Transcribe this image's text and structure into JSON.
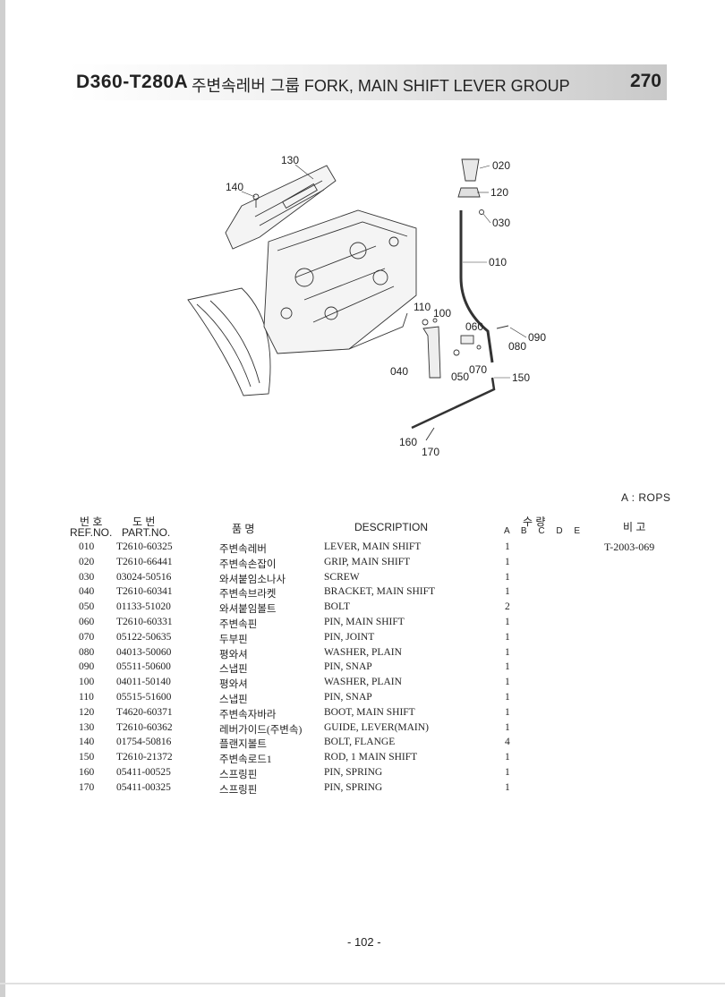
{
  "header": {
    "model": "D360-T280A",
    "title": "주변속레버 그룹 FORK, MAIN SHIFT LEVER GROUP",
    "group_no": "270"
  },
  "diagram": {
    "callouts": [
      "130",
      "140",
      "020",
      "120",
      "030",
      "010",
      "110",
      "100",
      "060",
      "090",
      "080",
      "040",
      "050",
      "070",
      "150",
      "160",
      "170"
    ]
  },
  "rops_note": "A : ROPS",
  "table_header": {
    "ref_kr": "번 호",
    "ref_en": "REF.NO.",
    "part_kr": "도 번",
    "part_en": "PART.NO.",
    "name_kr": "품 명",
    "desc": "DESCRIPTION",
    "qty_kr": "수 량",
    "qty_cols": "A B C D E",
    "remark_kr": "비 고"
  },
  "rows": [
    {
      "ref": "010",
      "part": "T2610-60325",
      "kr": "주변속레버",
      "desc": "LEVER, MAIN SHIFT",
      "qty": "1"
    },
    {
      "ref": "020",
      "part": "T2610-66441",
      "kr": "주변속손잡이",
      "desc": "GRIP, MAIN SHIFT",
      "qty": "1"
    },
    {
      "ref": "030",
      "part": "03024-50516",
      "kr": "와셔붙임소나사",
      "desc": "SCREW",
      "qty": "1"
    },
    {
      "ref": "040",
      "part": "T2610-60341",
      "kr": "주변속브라켓",
      "desc": "BRACKET, MAIN SHIFT",
      "qty": "1"
    },
    {
      "ref": "050",
      "part": "01133-51020",
      "kr": "와셔붙임볼트",
      "desc": "BOLT",
      "qty": "2"
    },
    {
      "ref": "060",
      "part": "T2610-60331",
      "kr": "주변속핀",
      "desc": "PIN, MAIN SHIFT",
      "qty": "1"
    },
    {
      "ref": "070",
      "part": "05122-50635",
      "kr": "두부핀",
      "desc": "PIN, JOINT",
      "qty": "1"
    },
    {
      "ref": "080",
      "part": "04013-50060",
      "kr": "평와셔",
      "desc": "WASHER, PLAIN",
      "qty": "1"
    },
    {
      "ref": "090",
      "part": "05511-50600",
      "kr": "스냅핀",
      "desc": "PIN, SNAP",
      "qty": "1"
    },
    {
      "ref": "100",
      "part": "04011-50140",
      "kr": "평와셔",
      "desc": "WASHER, PLAIN",
      "qty": "1"
    },
    {
      "ref": "110",
      "part": "05515-51600",
      "kr": "스냅핀",
      "desc": "PIN, SNAP",
      "qty": "1"
    },
    {
      "ref": "120",
      "part": "T4620-60371",
      "kr": "주변속자바라",
      "desc": "BOOT, MAIN SHIFT",
      "qty": "1"
    },
    {
      "ref": "130",
      "part": "T2610-60362",
      "kr": "레버가이드(주변속)",
      "desc": "GUIDE, LEVER(MAIN)",
      "qty": "1"
    },
    {
      "ref": "140",
      "part": "01754-50816",
      "kr": "플랜지볼트",
      "desc": "BOLT, FLANGE",
      "qty": "4"
    },
    {
      "ref": "150",
      "part": "T2610-21372",
      "kr": "주변속로드1",
      "desc": "ROD, 1 MAIN SHIFT",
      "qty": "1"
    },
    {
      "ref": "160",
      "part": "05411-00525",
      "kr": "스프링핀",
      "desc": "PIN, SPRING",
      "qty": "1"
    },
    {
      "ref": "170",
      "part": "05411-00325",
      "kr": "스프링핀",
      "desc": "PIN, SPRING",
      "qty": "1"
    }
  ],
  "remark": "T-2003-069",
  "page_number": "- 102 -"
}
